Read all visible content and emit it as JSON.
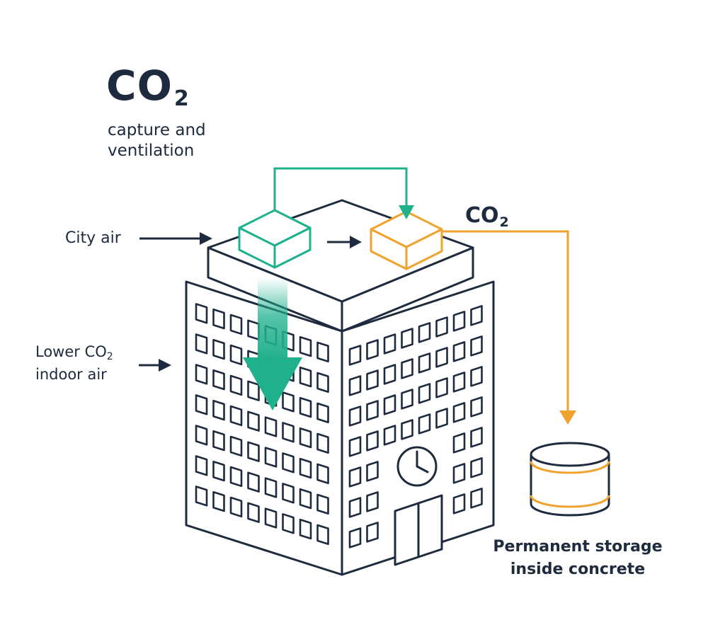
{
  "header": {
    "title_main": "CO",
    "title_sub_digit": "2",
    "subtitle_line1": "capture and",
    "subtitle_line2": "ventilation"
  },
  "labels": {
    "city_air": "City air",
    "lower_prefix": "Lower CO",
    "lower_sub": "2",
    "lower_line2": "indoor air",
    "co2_right": "CO",
    "co2_right_sub": "2",
    "storage_line1": "Permanent storage",
    "storage_line2": "inside concrete"
  },
  "colors": {
    "navy": "#1e2a3d",
    "teal": "#1fb08c",
    "orange": "#f0a22e"
  }
}
